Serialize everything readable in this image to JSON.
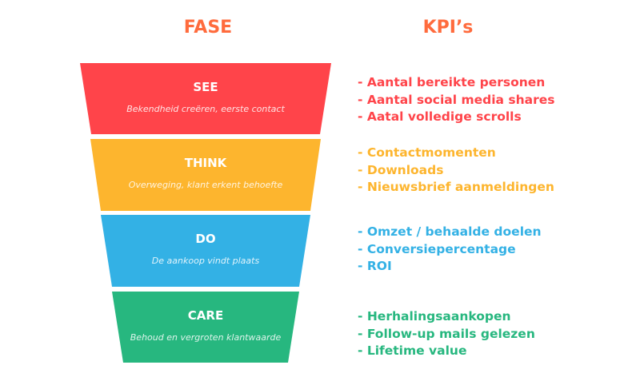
{
  "headers": {
    "phase": "FASE",
    "kpis": "KPI’s"
  },
  "stages": [
    {
      "title": "SEE",
      "subtitle": "Bekendheid creëren, eerste contact",
      "color": "#FF444A",
      "kpis": [
        "- Aantal bereikte personen",
        "- Aantal social media shares",
        "- Aatal volledige scrolls"
      ]
    },
    {
      "title": "THINK",
      "subtitle": "Overweging, klant erkent behoefte",
      "color": "#FDB52E",
      "kpis": [
        "- Contactmomenten",
        "- Downloads",
        "- Nieuwsbrief aanmeldingen"
      ]
    },
    {
      "title": "DO",
      "subtitle": "De aankoop vindt plaats",
      "color": "#33B1E5",
      "kpis": [
        "- Omzet / behaalde doelen",
        "- Conversiepercentage",
        "- ROI"
      ]
    },
    {
      "title": "CARE",
      "subtitle": "Behoud en vergroten klantwaarde",
      "color": "#27B77F",
      "kpis": [
        "- Herhalingsaankopen",
        "- Follow-up mails gelezen",
        "- Lifetime value"
      ]
    }
  ]
}
